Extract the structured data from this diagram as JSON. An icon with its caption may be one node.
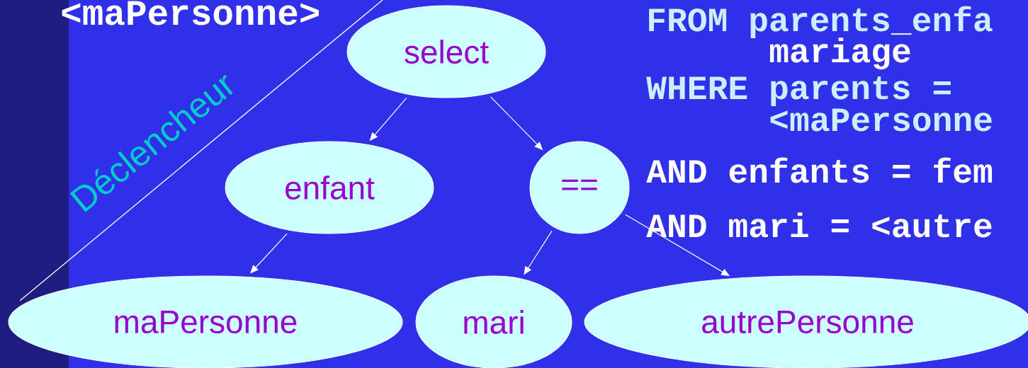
{
  "diagram": {
    "nodes": [
      {
        "text": [
          "select"
        ]
      },
      {
        "text": [
          "enfant"
        ]
      },
      {
        "text": [
          "=="
        ]
      },
      {
        "text": [
          "maPersonne"
        ]
      },
      {
        "text": [
          "mari"
        ]
      },
      {
        "text": [
          "autrePersonne"
        ]
      }
    ],
    "edges": [
      {
        "from": 0,
        "to": 1,
        "arrow": "to"
      },
      {
        "from": 0,
        "to": 2,
        "arrow": "to"
      },
      {
        "from": 1,
        "to": 3,
        "arrow": "to"
      },
      {
        "from": 2,
        "to": 4,
        "arrow": "to"
      },
      {
        "from": 2,
        "to": 5,
        "arrow": "to"
      }
    ],
    "labels": [
      "<maPersonne>",
      "Déclencheur",
      "FROM parents_enfa",
      "mariage",
      "WHERE parents =",
      "<maPersonne",
      "AND enfants = fem",
      "AND mari = <autre"
    ]
  }
}
